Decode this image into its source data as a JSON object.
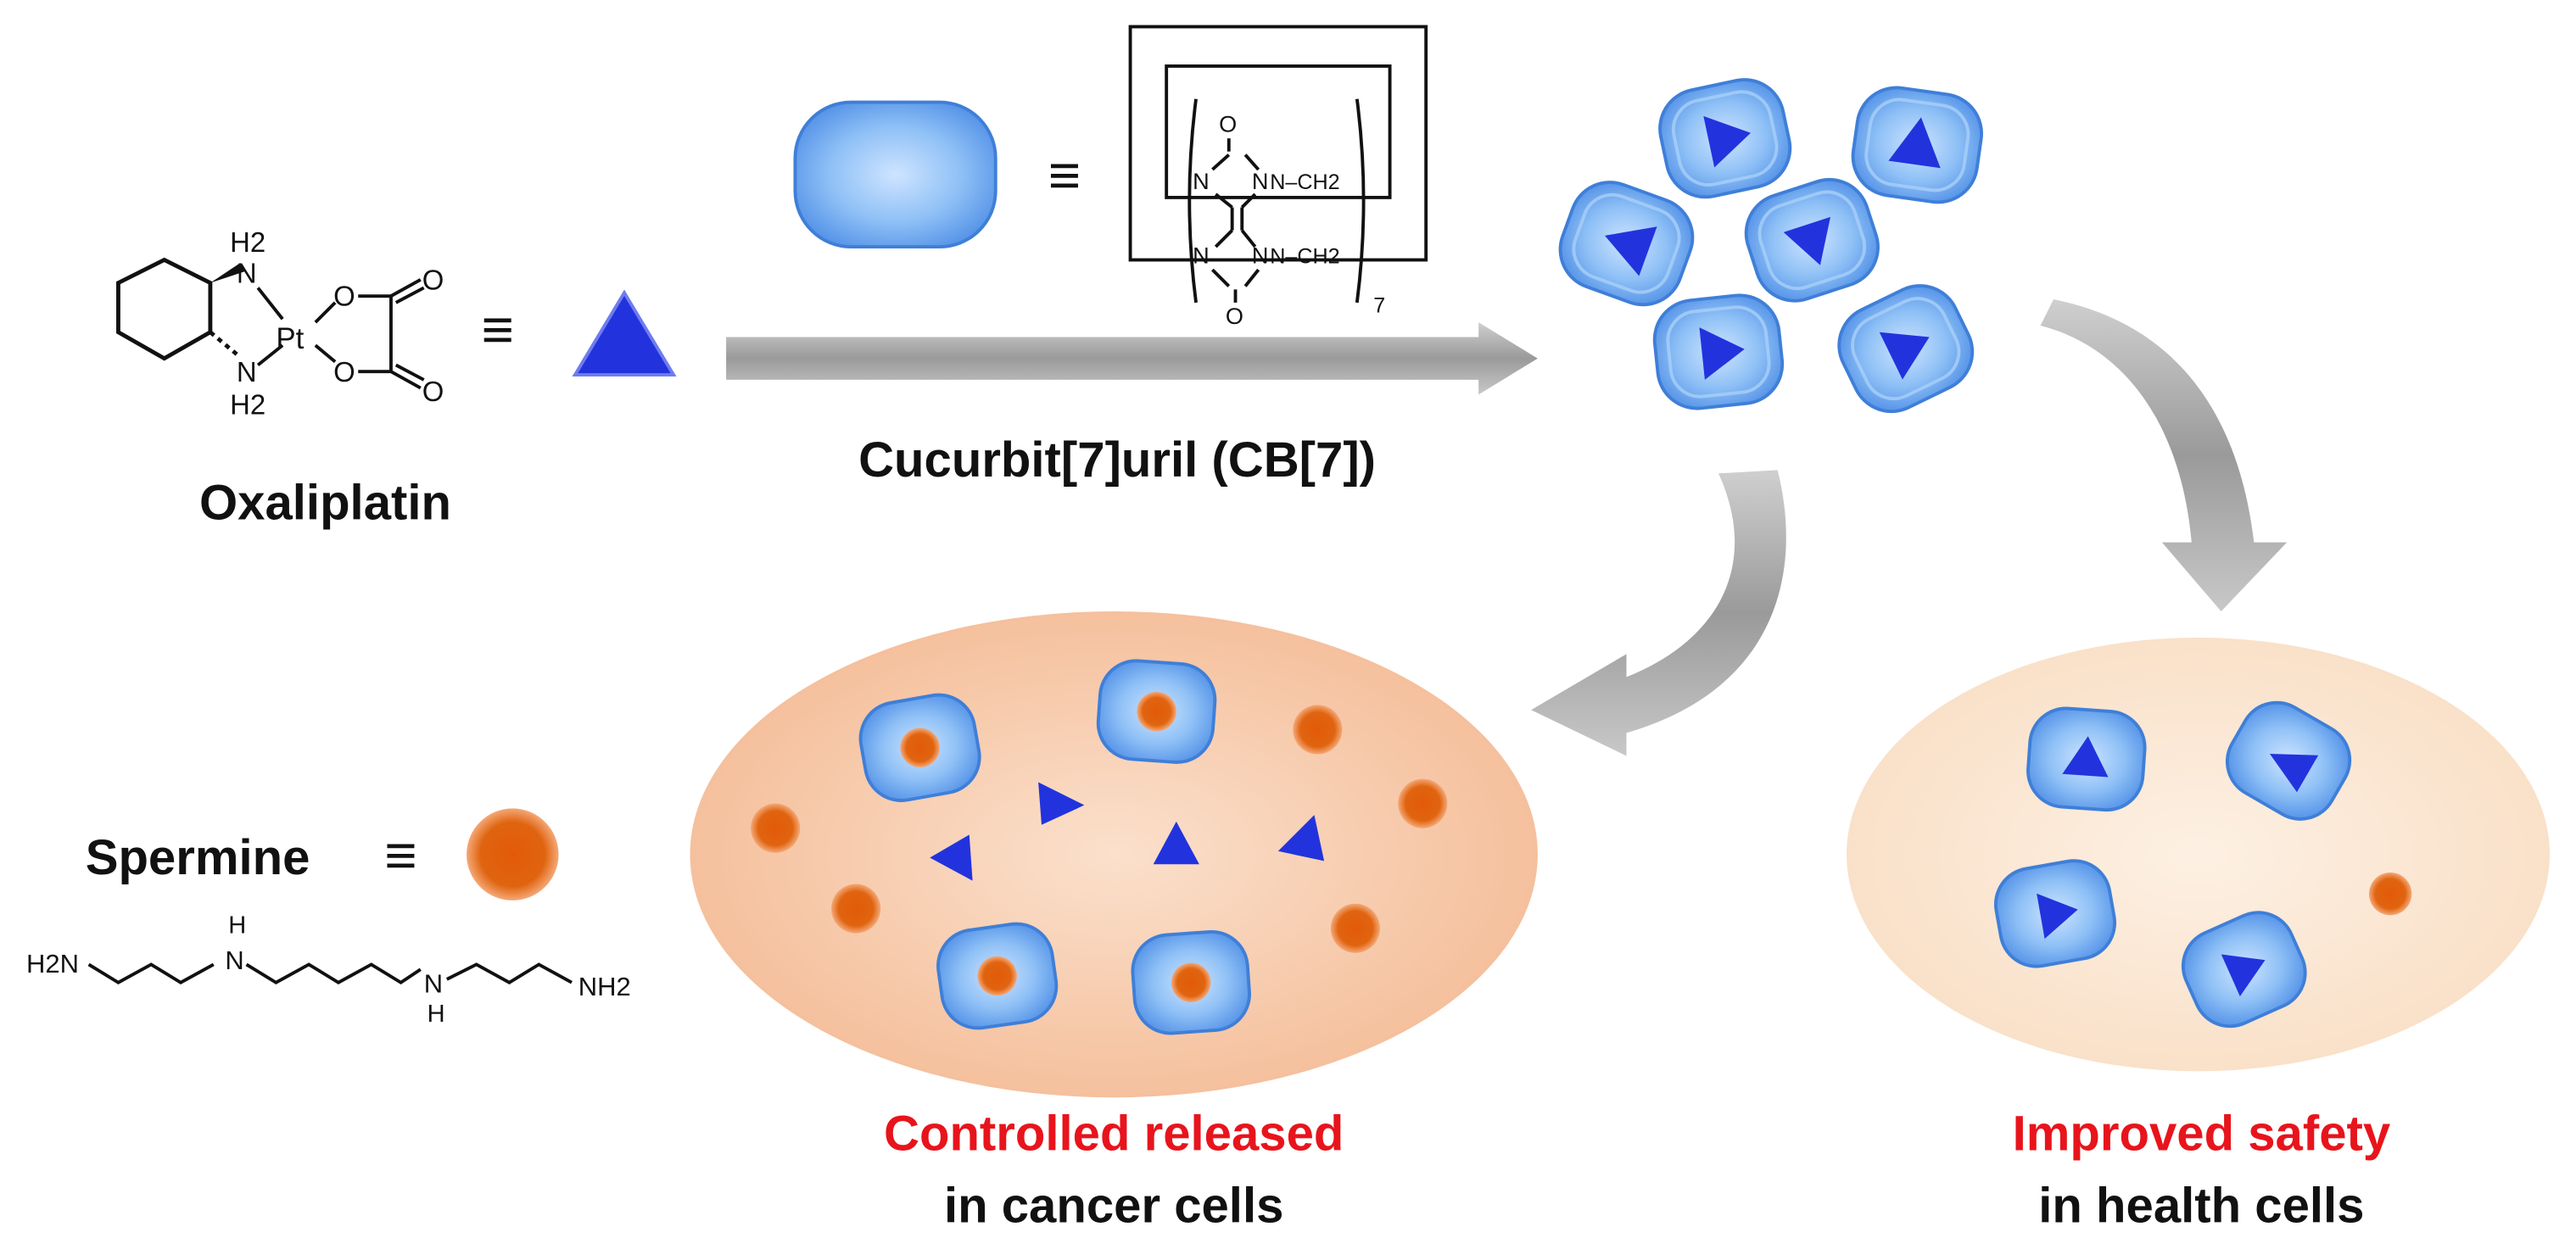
{
  "oxaliplatin": {
    "label": "Oxaliplatin",
    "atoms": {
      "h2_top": "H2",
      "nh_top": "N",
      "pt": "Pt",
      "o1": "O",
      "o2": "O",
      "o3": "O",
      "o4": "O",
      "nh_bottom": "N",
      "h2_bottom": "H2"
    }
  },
  "equiv_symbol": "≡",
  "cb7": {
    "label": "Cucurbit[7]uril (CB[7])",
    "atoms": {
      "o_top": "O",
      "n1": "N",
      "n2": "N",
      "n3": "N",
      "n4": "N",
      "ch2_top": "N–CH2",
      "ch2_bottom": "N–CH2",
      "o_bottom": "O",
      "subscript": "7"
    }
  },
  "spermine": {
    "label": "Spermine",
    "atoms": {
      "h2n": "H2N",
      "nh1_h": "H",
      "nh1_n": "N",
      "nh2_n": "N",
      "nh2_h": "H",
      "nh2_end": "NH2"
    }
  },
  "cancer_cell": {
    "caption_line1": "Controlled released",
    "caption_line2": "in cancer cells"
  },
  "health_cell": {
    "caption_line1": "Improved safety",
    "caption_line2": "in health cells"
  },
  "colors": {
    "drug_triangle": "#2233dd",
    "cb7_capsule": "#6ea8f0",
    "spermine_dot": "#e0620c",
    "cancer_cell_fill": "#f7c9a8",
    "health_cell_fill": "#fbe6d3",
    "caption_red": "#e8141c",
    "arrow_gray": "#a8a8a8"
  }
}
